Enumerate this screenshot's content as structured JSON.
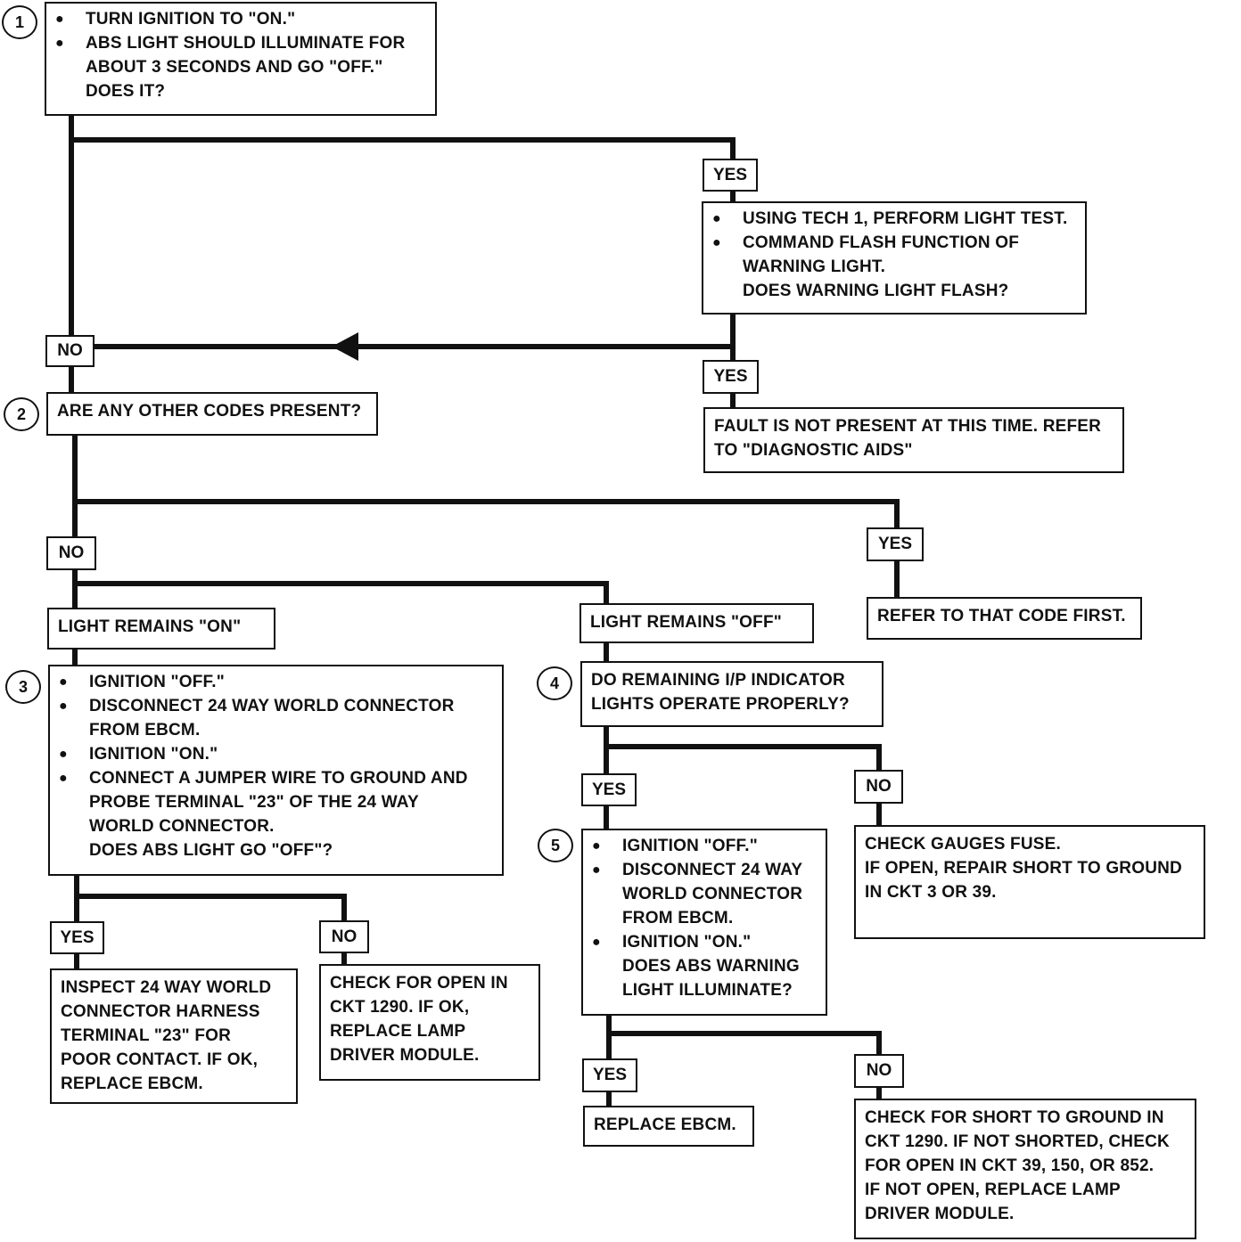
{
  "labels": {
    "yes": "YES",
    "no": "NO",
    "bullet": "●"
  },
  "steps": [
    "1",
    "2",
    "3",
    "4",
    "5"
  ],
  "box1": {
    "bullets": [
      "TURN IGNITION TO \"ON.\"",
      "ABS LIGHT SHOULD ILLUMINATE FOR"
    ],
    "cont": [
      "ABOUT 3 SECONDS AND GO \"OFF.\"",
      "DOES IT?"
    ]
  },
  "box_lighttest": {
    "bullets": [
      "USING TECH 1, PERFORM LIGHT TEST.",
      "COMMAND FLASH FUNCTION OF"
    ],
    "cont": [
      "WARNING LIGHT.",
      "DOES WARNING LIGHT FLASH?"
    ]
  },
  "box_fault": {
    "lines": [
      "FAULT IS NOT PRESENT AT THIS TIME.  REFER",
      "TO \"DIAGNOSTIC AIDS\""
    ]
  },
  "box2": {
    "text": "ARE ANY OTHER CODES PRESENT?"
  },
  "box_refer": {
    "text": "REFER TO THAT CODE FIRST."
  },
  "box_remains_on": {
    "text": "LIGHT REMAINS \"ON\""
  },
  "box_remains_off": {
    "text": "LIGHT REMAINS \"OFF\""
  },
  "box3": {
    "b1": "IGNITION \"OFF.\"",
    "b2": "DISCONNECT 24 WAY WORLD CONNECTOR",
    "b2c": "FROM EBCM.",
    "b3": "IGNITION \"ON.\"",
    "b4": "CONNECT A JUMPER WIRE TO GROUND AND",
    "b4c": [
      "PROBE TERMINAL \"23\" OF THE 24 WAY",
      "WORLD CONNECTOR.",
      "DOES ABS LIGHT GO \"OFF\"?"
    ]
  },
  "box4": {
    "lines": [
      "DO REMAINING  I/P INDICATOR",
      "LIGHTS OPERATE PROPERLY?"
    ]
  },
  "box_gauges": {
    "lines": [
      "CHECK GAUGES FUSE.",
      "IF OPEN, REPAIR SHORT TO GROUND",
      "IN CKT 3 OR 39."
    ]
  },
  "box5": {
    "b1": "IGNITION \"OFF.\"",
    "b2": "DISCONNECT 24 WAY",
    "b2c": [
      "WORLD CONNECTOR",
      "FROM EBCM."
    ],
    "b3": "IGNITION \"ON.\"",
    "b3c": [
      "DOES ABS WARNING",
      "LIGHT ILLUMINATE?"
    ]
  },
  "box_inspect": {
    "lines": [
      "INSPECT 24 WAY WORLD",
      "CONNECTOR HARNESS",
      "TERMINAL \"23\" FOR",
      "POOR CONTACT.  IF OK,",
      "REPLACE EBCM."
    ]
  },
  "box_open1290": {
    "lines": [
      "CHECK FOR OPEN IN",
      "CKT 1290.  IF OK,",
      "REPLACE LAMP",
      "DRIVER MODULE."
    ]
  },
  "box_replace": {
    "text": "REPLACE EBCM."
  },
  "box_short": {
    "lines": [
      "CHECK FOR SHORT TO GROUND IN",
      "CKT 1290.  IF NOT SHORTED, CHECK",
      "FOR OPEN IN CKT 39, 150, OR 852.",
      "IF NOT OPEN, REPLACE LAMP",
      "DRIVER MODULE."
    ]
  }
}
